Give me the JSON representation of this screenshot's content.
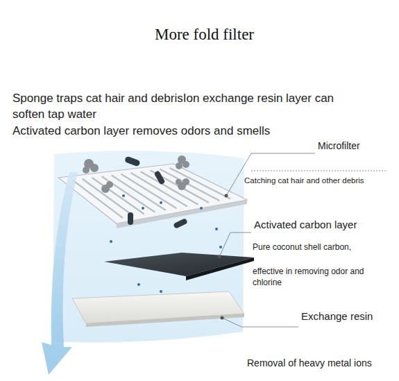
{
  "diagram": {
    "title": "More fold filter",
    "labels": [
      "Sponge traps cat hair and debrisIon exchange resin layer can soften tap water",
      "Activated carbon layer removes odors and smells",
      "Microfilter",
      "Catching cat hair and other debris",
      "Activated carbon layer",
      "Pure coconut shell carbon,",
      "effective in removing odor and chlorine",
      "Exchange resin",
      "Removal of heavy metal ions"
    ]
  }
}
